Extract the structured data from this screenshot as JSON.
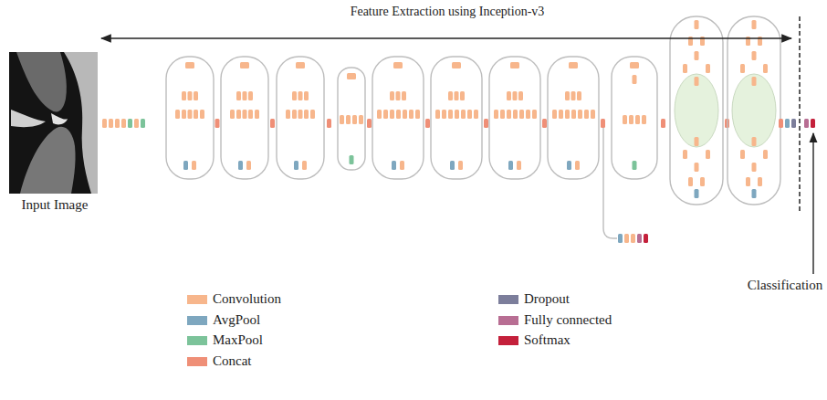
{
  "diagram": {
    "labels": [
      "Feature Extraction using Inception-v3",
      "Input Image",
      "Classification"
    ],
    "legend": [
      {
        "text": "Convolution",
        "color": "#f7b68c"
      },
      {
        "text": "AvgPool",
        "color": "#7ea7bf"
      },
      {
        "text": "MaxPool",
        "color": "#7cc39a"
      },
      {
        "text": "Concat",
        "color": "#ef8f77"
      },
      {
        "text": "Dropout",
        "color": "#7c7e9b"
      },
      {
        "text": "Fully connected",
        "color": "#b86e93"
      },
      {
        "text": "Softmax",
        "color": "#c4203b"
      }
    ]
  }
}
